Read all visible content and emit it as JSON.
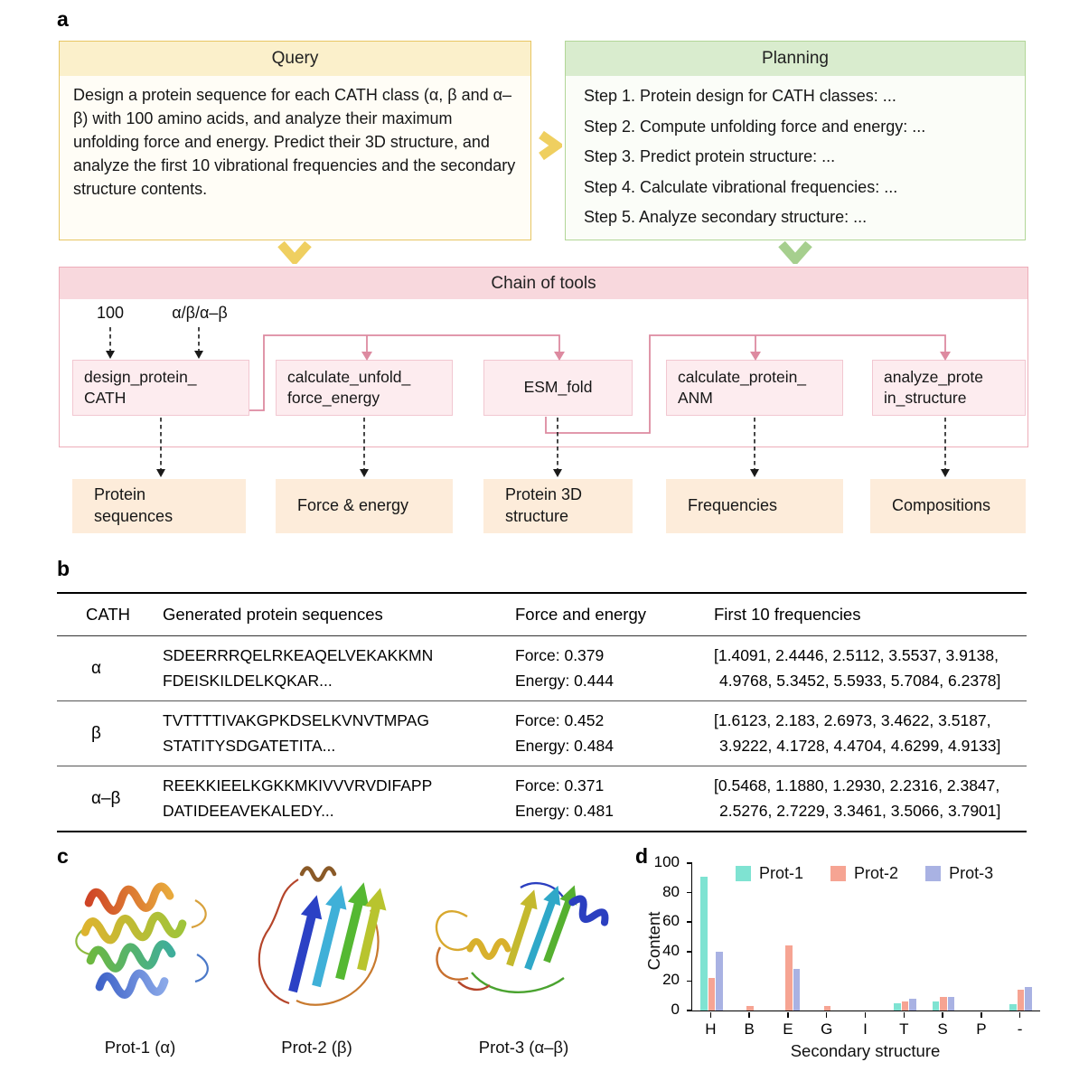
{
  "panel_a": {
    "label": "a",
    "query": {
      "title": "Query",
      "body": "Design a protein sequence for each CATH class (α, β and α–β) with 100 amino acids, and analyze their maximum unfolding force and energy. Predict their 3D structure, and analyze the first 10 vibrational frequencies and the secondary structure contents."
    },
    "planning": {
      "title": "Planning",
      "steps": [
        "Step 1. Protein design for CATH classes: ...",
        "Step 2. Compute unfolding force and energy: ...",
        "Step 3. Predict protein structure: ...",
        "Step 4. Calculate vibrational frequencies: ...",
        "Step 5. Analyze secondary structure: ..."
      ]
    },
    "chain": {
      "title": "Chain of tools",
      "input_1": "100",
      "input_2": "α/β/α–β",
      "tools": [
        {
          "line1": "design_protein_",
          "line2": "CATH"
        },
        {
          "line1": "calculate_unfold_",
          "line2": "force_energy"
        },
        {
          "line1": "ESM_fold",
          "line2": ""
        },
        {
          "line1": "calculate_protein_",
          "line2": "ANM"
        },
        {
          "line1": "analyze_prote",
          "line2": "in_structure"
        }
      ],
      "outputs": [
        {
          "line1": "Protein",
          "line2": "sequences"
        },
        {
          "line1": "Force & energy",
          "line2": ""
        },
        {
          "line1": "Protein 3D",
          "line2": "structure"
        },
        {
          "line1": "Frequencies",
          "line2": ""
        },
        {
          "line1": "Compositions",
          "line2": ""
        }
      ]
    }
  },
  "panel_b": {
    "label": "b",
    "table": {
      "headers": [
        "CATH",
        "Generated protein sequences",
        "Force and energy",
        "First 10 frequencies"
      ],
      "rows": [
        {
          "cath": "α",
          "seq1": "SDEERRRQELRKEAQELVEKAKKMN",
          "seq2": "FDEISKILDELKQKAR...",
          "force": "Force: 0.379",
          "energy": "Energy: 0.444",
          "freq1": "[1.4091, 2.4446, 2.5112, 3.5537, 3.9138,",
          "freq2": "4.9768, 5.3452, 5.5933, 5.7084, 6.2378]"
        },
        {
          "cath": "β",
          "seq1": "TVTTTTIVAKGPKDSELKVNVTMPAG",
          "seq2": "STATITYSDGATETITA...",
          "force": "Force: 0.452",
          "energy": "Energy: 0.484",
          "freq1": "[1.6123, 2.183, 2.6973, 3.4622, 3.5187,",
          "freq2": "3.9222, 4.1728, 4.4704, 4.6299, 4.9133]"
        },
        {
          "cath": "α–β",
          "seq1": "REEKKIEELKGKKMKIVVVRVDIFAPP",
          "seq2": "DATIDEEAVEKALEDY...",
          "force": "Force: 0.371",
          "energy": "Energy: 0.481",
          "freq1": "[0.5468, 1.1880, 1.2930, 2.2316, 2.3847,",
          "freq2": "2.5276, 2.7229, 3.3461, 3.5066, 3.7901]"
        }
      ]
    }
  },
  "panel_c": {
    "label": "c",
    "captions": [
      "Prot-1 (α)",
      "Prot-2 (β)",
      "Prot-3 (α–β)"
    ]
  },
  "panel_d": {
    "label": "d"
  },
  "chart_data": {
    "type": "bar",
    "title": "",
    "xlabel": "Secondary structure",
    "ylabel": "Content",
    "ylim": [
      0,
      100
    ],
    "yticks": [
      0,
      20,
      40,
      60,
      80,
      100
    ],
    "categories": [
      "H",
      "B",
      "E",
      "G",
      "I",
      "T",
      "S",
      "P",
      "-"
    ],
    "series": [
      {
        "name": "Prot-1",
        "color": "#7fe3d2",
        "values": [
          91,
          0,
          0,
          0,
          0,
          5,
          6,
          0,
          4
        ]
      },
      {
        "name": "Prot-2",
        "color": "#f6a493",
        "values": [
          22,
          3,
          44,
          3,
          0,
          6,
          9,
          0,
          14
        ]
      },
      {
        "name": "Prot-3",
        "color": "#a9b2e3",
        "values": [
          40,
          0,
          28,
          0,
          0,
          8,
          9,
          0,
          16
        ]
      }
    ],
    "legend_position": "top",
    "grid": false
  }
}
